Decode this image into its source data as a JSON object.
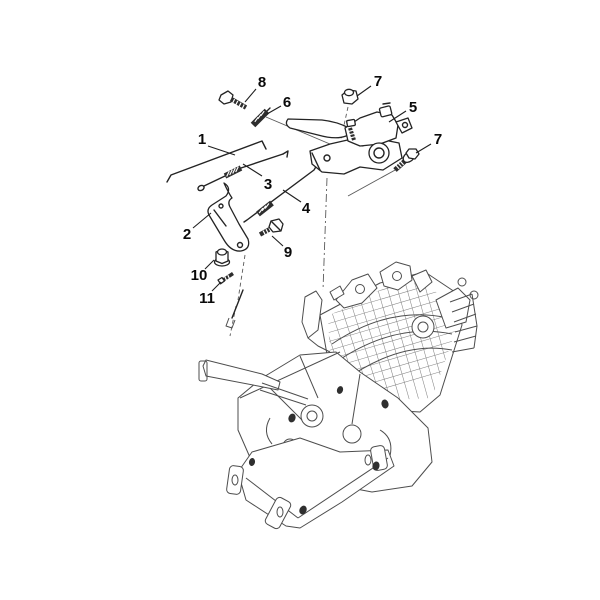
{
  "diagram": {
    "type": "exploded-parts-diagram",
    "subject": "engine-throttle-control-linkage",
    "colors": {
      "background": "#ffffff",
      "line": "#3c3c3c",
      "label": "#0a0a0a"
    },
    "callouts": {
      "c1": {
        "num": "1",
        "part": "throttle-rod"
      },
      "c2": {
        "num": "2",
        "part": "control-lever"
      },
      "c3": {
        "num": "3",
        "part": "tension-spring-rod"
      },
      "c4": {
        "num": "4",
        "part": "long-spring-rod"
      },
      "c5": {
        "num": "5",
        "part": "lever-bracket-assembly"
      },
      "c6": {
        "num": "6",
        "part": "compression-spring"
      },
      "c7a": {
        "num": "7",
        "part": "cap-nut"
      },
      "c7b": {
        "num": "7",
        "part": "flange-screw"
      },
      "c8": {
        "num": "8",
        "part": "hex-bolt"
      },
      "c9": {
        "num": "9",
        "part": "short-hex-bolt"
      },
      "c10": {
        "num": "10",
        "part": "flange-nut"
      },
      "c11": {
        "num": "11",
        "part": "small-screw"
      }
    }
  }
}
